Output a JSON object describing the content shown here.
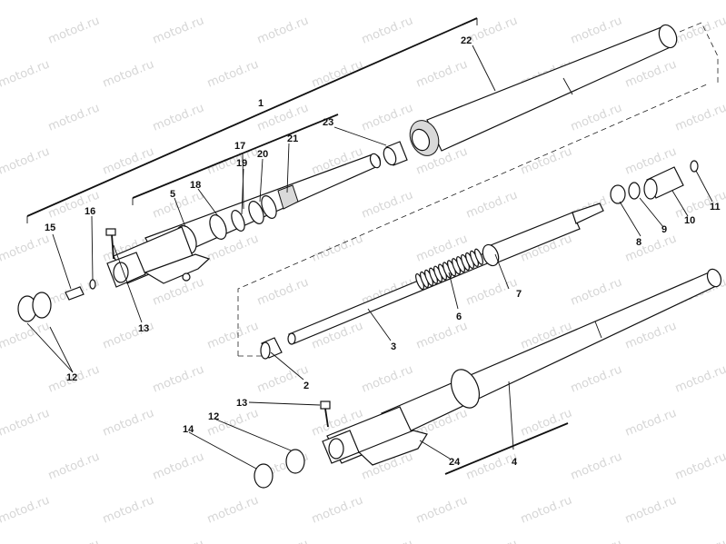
{
  "watermark": "motod.ru",
  "callouts": [
    {
      "id": "c1",
      "text": "1"
    },
    {
      "id": "c2",
      "text": "2"
    },
    {
      "id": "c3",
      "text": "3"
    },
    {
      "id": "c4",
      "text": "4"
    },
    {
      "id": "c5",
      "text": "5"
    },
    {
      "id": "c6",
      "text": "6"
    },
    {
      "id": "c7",
      "text": "7"
    },
    {
      "id": "c8",
      "text": "8"
    },
    {
      "id": "c9",
      "text": "9"
    },
    {
      "id": "c10",
      "text": "10"
    },
    {
      "id": "c11",
      "text": "11"
    },
    {
      "id": "c12a",
      "text": "12"
    },
    {
      "id": "c12b",
      "text": "12"
    },
    {
      "id": "c13a",
      "text": "13"
    },
    {
      "id": "c13b",
      "text": "13"
    },
    {
      "id": "c14",
      "text": "14"
    },
    {
      "id": "c15",
      "text": "15"
    },
    {
      "id": "c16",
      "text": "16"
    },
    {
      "id": "c17",
      "text": "17"
    },
    {
      "id": "c18",
      "text": "18"
    },
    {
      "id": "c19",
      "text": "19"
    },
    {
      "id": "c20",
      "text": "20"
    },
    {
      "id": "c21",
      "text": "21"
    },
    {
      "id": "c22",
      "text": "22"
    },
    {
      "id": "c23",
      "text": "23"
    },
    {
      "id": "c24",
      "text": "24"
    }
  ]
}
